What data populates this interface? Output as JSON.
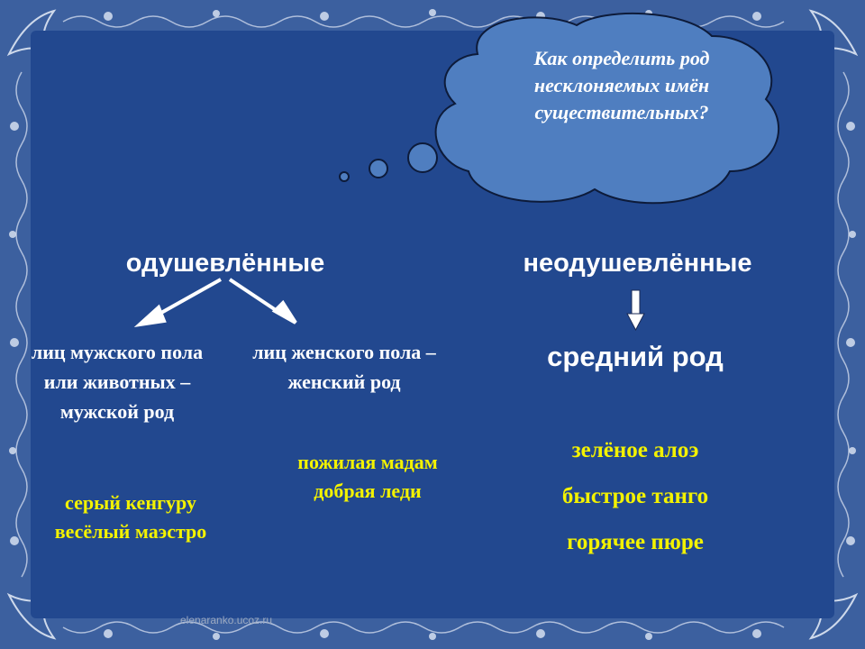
{
  "cloud": {
    "question": "Как определить род несклоняемых имён существительных?"
  },
  "left_branch": {
    "heading": "одушевлённые",
    "masculine_text": "лиц мужского пола или животных – мужской род",
    "feminine_text": "лиц женского пола – женский род",
    "masculine_examples": [
      "серый кенгуру",
      "весёлый маэстро"
    ],
    "feminine_examples": [
      "пожилая мадам",
      "добрая леди"
    ]
  },
  "right_branch": {
    "heading": "неодушевлённые",
    "result_text": "средний род",
    "examples": [
      "зелёное алоэ",
      "быстрое танго",
      "горячее пюре"
    ]
  },
  "footer": {
    "credit": "elenaranko.ucoz.ru"
  },
  "colors": {
    "background": "#22488f",
    "frame": "#3a5d9e",
    "example_text": "#f3f200",
    "cloud_fill": "#4f7ec0"
  }
}
